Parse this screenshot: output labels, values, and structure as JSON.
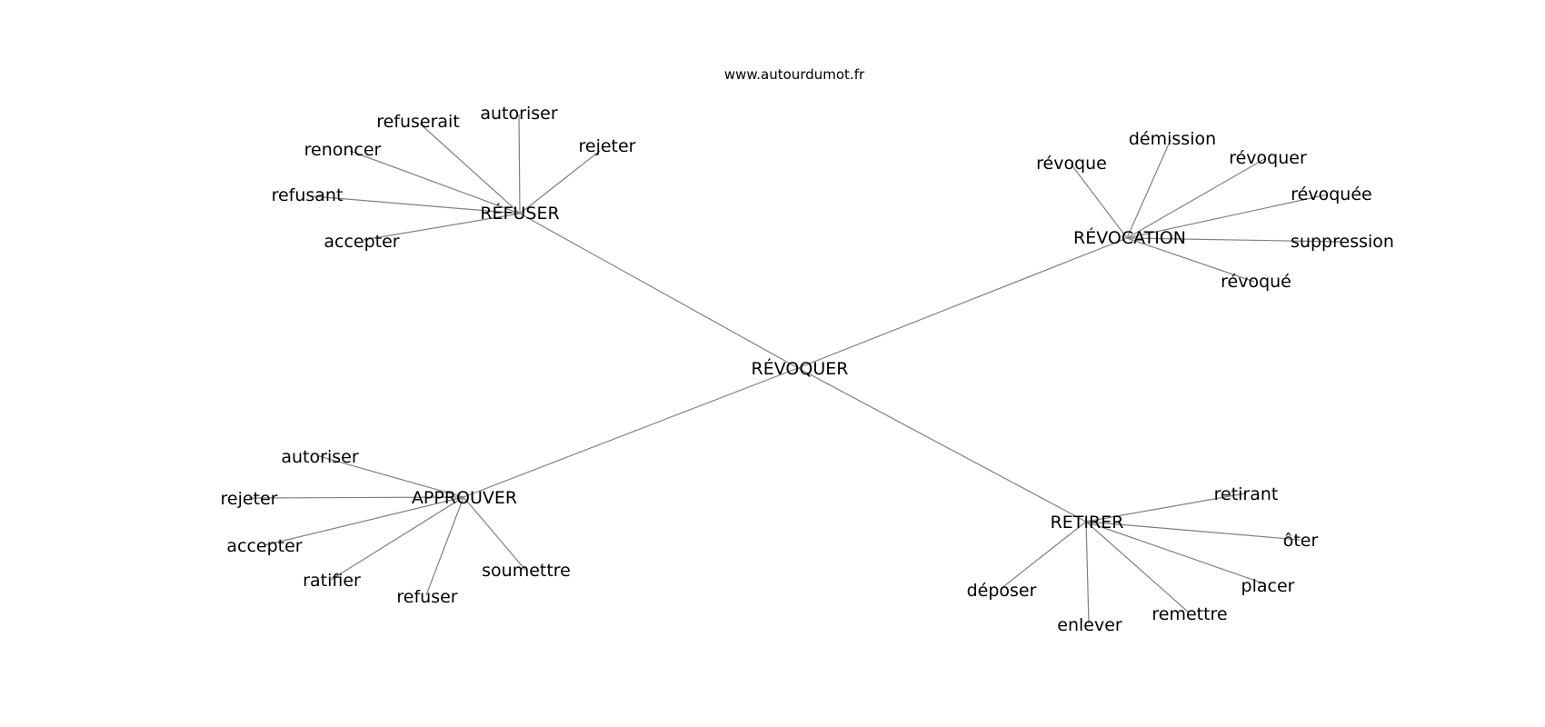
{
  "source": "www.autourdumot.fr",
  "center": "RÉVOQUER",
  "clusters": [
    {
      "hub": "RÉFUSER",
      "words": [
        "refuserait",
        "autoriser",
        "rejeter",
        "renoncer",
        "refusant",
        "accepter"
      ]
    },
    {
      "hub": "RÉVOCATION",
      "words": [
        "révoque",
        "démission",
        "révoquer",
        "révoquée",
        "suppression",
        "révoqué"
      ]
    },
    {
      "hub": "APPROUVER",
      "words": [
        "autoriser",
        "rejeter",
        "accepter",
        "ratifier",
        "refuser",
        "soumettre"
      ]
    },
    {
      "hub": "RETIRER",
      "words": [
        "retirant",
        "ôter",
        "placer",
        "remettre",
        "enlever",
        "déposer"
      ]
    }
  ],
  "colors": {
    "edge": "#808080",
    "text": "#000000",
    "background": "#ffffff"
  }
}
